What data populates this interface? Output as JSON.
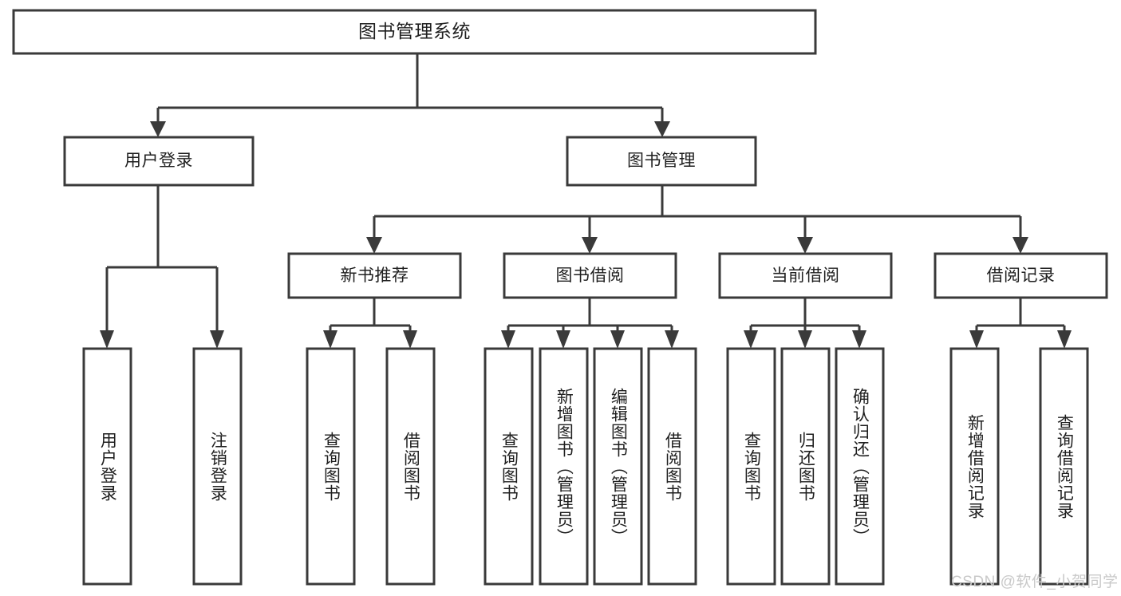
{
  "diagram": {
    "type": "tree-hierarchy-chart",
    "title": "图书管理系统",
    "orientation": "top-down",
    "colors": {
      "box_fill": "#ffffff",
      "box_stroke": "#3a3a3a",
      "text": "#1f1f1f",
      "background": "#ffffff",
      "watermark": "#c9c9c9"
    },
    "levels": {
      "level1": [
        {
          "id": "root",
          "label": "图书管理系统",
          "orientation": "horizontal"
        }
      ],
      "level2": [
        {
          "id": "user-login",
          "label": "用户登录",
          "orientation": "horizontal"
        },
        {
          "id": "book-manage",
          "label": "图书管理",
          "orientation": "horizontal"
        }
      ],
      "level3": [
        {
          "id": "new-book-recommend",
          "label": "新书推荐",
          "orientation": "horizontal",
          "parent": "book-manage"
        },
        {
          "id": "book-borrow",
          "label": "图书借阅",
          "orientation": "horizontal",
          "parent": "book-manage"
        },
        {
          "id": "current-borrow",
          "label": "当前借阅",
          "orientation": "horizontal",
          "parent": "book-manage"
        },
        {
          "id": "borrow-record",
          "label": "借阅记录",
          "orientation": "horizontal",
          "parent": "book-manage"
        }
      ],
      "level4": [
        {
          "id": "leaf-user-login",
          "label": "用户登录",
          "orientation": "vertical",
          "parent": "user-login"
        },
        {
          "id": "leaf-user-logout",
          "label": "注销登录",
          "orientation": "vertical",
          "parent": "user-login"
        },
        {
          "id": "leaf-query-book-1",
          "label": "查询图书",
          "orientation": "vertical",
          "parent": "new-book-recommend"
        },
        {
          "id": "leaf-borrow-book-1",
          "label": "借阅图书",
          "orientation": "vertical",
          "parent": "new-book-recommend"
        },
        {
          "id": "leaf-query-book-2",
          "label": "查询图书",
          "orientation": "vertical",
          "parent": "book-borrow"
        },
        {
          "id": "leaf-add-book",
          "label": "新增图书（管理员）",
          "orientation": "vertical",
          "parent": "book-borrow"
        },
        {
          "id": "leaf-edit-book",
          "label": "编辑图书（管理员）",
          "orientation": "vertical",
          "parent": "book-borrow"
        },
        {
          "id": "leaf-borrow-book-2",
          "label": "借阅图书",
          "orientation": "vertical",
          "parent": "book-borrow"
        },
        {
          "id": "leaf-query-book-3",
          "label": "查询图书",
          "orientation": "vertical",
          "parent": "current-borrow"
        },
        {
          "id": "leaf-return-book",
          "label": "归还图书",
          "orientation": "vertical",
          "parent": "current-borrow"
        },
        {
          "id": "leaf-confirm-return",
          "label": "确认归还（管理员）",
          "orientation": "vertical",
          "parent": "current-borrow"
        },
        {
          "id": "leaf-add-record",
          "label": "新增借阅记录",
          "orientation": "vertical",
          "parent": "borrow-record"
        },
        {
          "id": "leaf-query-record",
          "label": "查询借阅记录",
          "orientation": "vertical",
          "parent": "borrow-record"
        }
      ]
    }
  },
  "watermark": {
    "text": "CSDN @软件_小贺同学"
  }
}
